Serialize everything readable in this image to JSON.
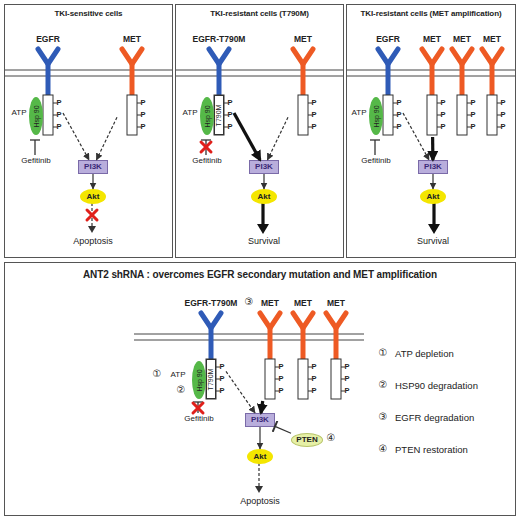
{
  "diagram": {
    "nodes": [
      {
        "text": [
          "TKI-sensitive cells"
        ]
      },
      {
        "text": [
          "EGFR"
        ],
        "in": 0
      },
      {
        "text": [
          "MET"
        ],
        "in": 0
      },
      {
        "text": [
          "Hsp 90"
        ],
        "in": 0
      },
      {
        "text": [
          "PI3K"
        ],
        "in": 0
      },
      {
        "text": [
          "Akt"
        ],
        "in": 0
      },
      {
        "text": [
          "TKI-resistant cells (T790M)"
        ]
      },
      {
        "text": [
          "EGFR-T790M"
        ],
        "in": 6
      },
      {
        "text": [
          "MET"
        ],
        "in": 6
      },
      {
        "text": [
          "Hsp 90"
        ],
        "in": 6
      },
      {
        "text": [
          "T790M"
        ],
        "in": 6
      },
      {
        "text": [
          "PI3K"
        ],
        "in": 6
      },
      {
        "text": [
          "Akt"
        ],
        "in": 6
      },
      {
        "text": [
          "TKI-resistant cells (MET amplification)"
        ]
      },
      {
        "text": [
          "EGFR"
        ],
        "in": 13
      },
      {
        "text": [
          "MET"
        ],
        "in": 13
      },
      {
        "text": [
          "MET"
        ],
        "in": 13
      },
      {
        "text": [
          "MET"
        ],
        "in": 13
      },
      {
        "text": [
          "Hsp 90"
        ],
        "in": 13
      },
      {
        "text": [
          "PI3K"
        ],
        "in": 13
      },
      {
        "text": [
          "Akt"
        ],
        "in": 13
      },
      {
        "text": [
          "ANT2 shRNA : overcomes EGFR secondary mutation and MET amplification"
        ]
      },
      {
        "text": [
          "EGFR-T790M"
        ],
        "in": 21
      },
      {
        "text": [
          "MET"
        ],
        "in": 21
      },
      {
        "text": [
          "MET"
        ],
        "in": 21
      },
      {
        "text": [
          "MET"
        ],
        "in": 21
      },
      {
        "text": [
          "Hsp 90"
        ],
        "in": 21
      },
      {
        "text": [
          "T790M"
        ],
        "in": 21
      },
      {
        "text": [
          "PI3K"
        ],
        "in": 21
      },
      {
        "text": [
          "PTEN"
        ],
        "in": 21
      },
      {
        "text": [
          "Akt"
        ],
        "in": 21
      }
    ],
    "edges": [
      {
        "from": 1,
        "to": 4,
        "arrow": "to"
      },
      {
        "from": 2,
        "to": 4,
        "arrow": "to"
      },
      {
        "from": 4,
        "to": 5,
        "arrow": "to"
      },
      {
        "from": 7,
        "to": 11,
        "arrow": "to"
      },
      {
        "from": 8,
        "to": 11,
        "arrow": "to"
      },
      {
        "from": 11,
        "to": 12,
        "arrow": "to"
      },
      {
        "from": 14,
        "to": 19,
        "arrow": "to"
      },
      {
        "from": 15,
        "to": 19,
        "arrow": "to"
      },
      {
        "from": 19,
        "to": 20,
        "arrow": "to"
      },
      {
        "from": 22,
        "to": 28,
        "arrow": "to"
      },
      {
        "from": 23,
        "to": 28,
        "arrow": "to"
      },
      {
        "from": 28,
        "to": 30,
        "arrow": "to"
      },
      {
        "from": 29,
        "to": 28,
        "arrow": "to"
      }
    ],
    "labels": [
      "ATP",
      "P",
      "P",
      "P",
      "P",
      "P",
      "P",
      "Gefitinib",
      "Apoptosis",
      "ATP",
      "P",
      "P",
      "P",
      "P",
      "P",
      "P",
      "Gefitinib",
      "Survival",
      "ATP",
      "P",
      "P",
      "P",
      "P",
      "P",
      "P",
      "P",
      "P",
      "P",
      "P",
      "P",
      "P",
      "Gefitinib",
      "Survival",
      "③",
      "①",
      "ATP",
      "②",
      "P",
      "P",
      "P",
      "P",
      "P",
      "P",
      "P",
      "P",
      "P",
      "P",
      "P",
      "P",
      "Gefitinib",
      "④",
      "Apoptosis",
      "①",
      "ATP depletion",
      "②",
      "HSP90 degradation",
      "③",
      "EGFR degradation",
      "④",
      "PTEN restoration"
    ]
  }
}
